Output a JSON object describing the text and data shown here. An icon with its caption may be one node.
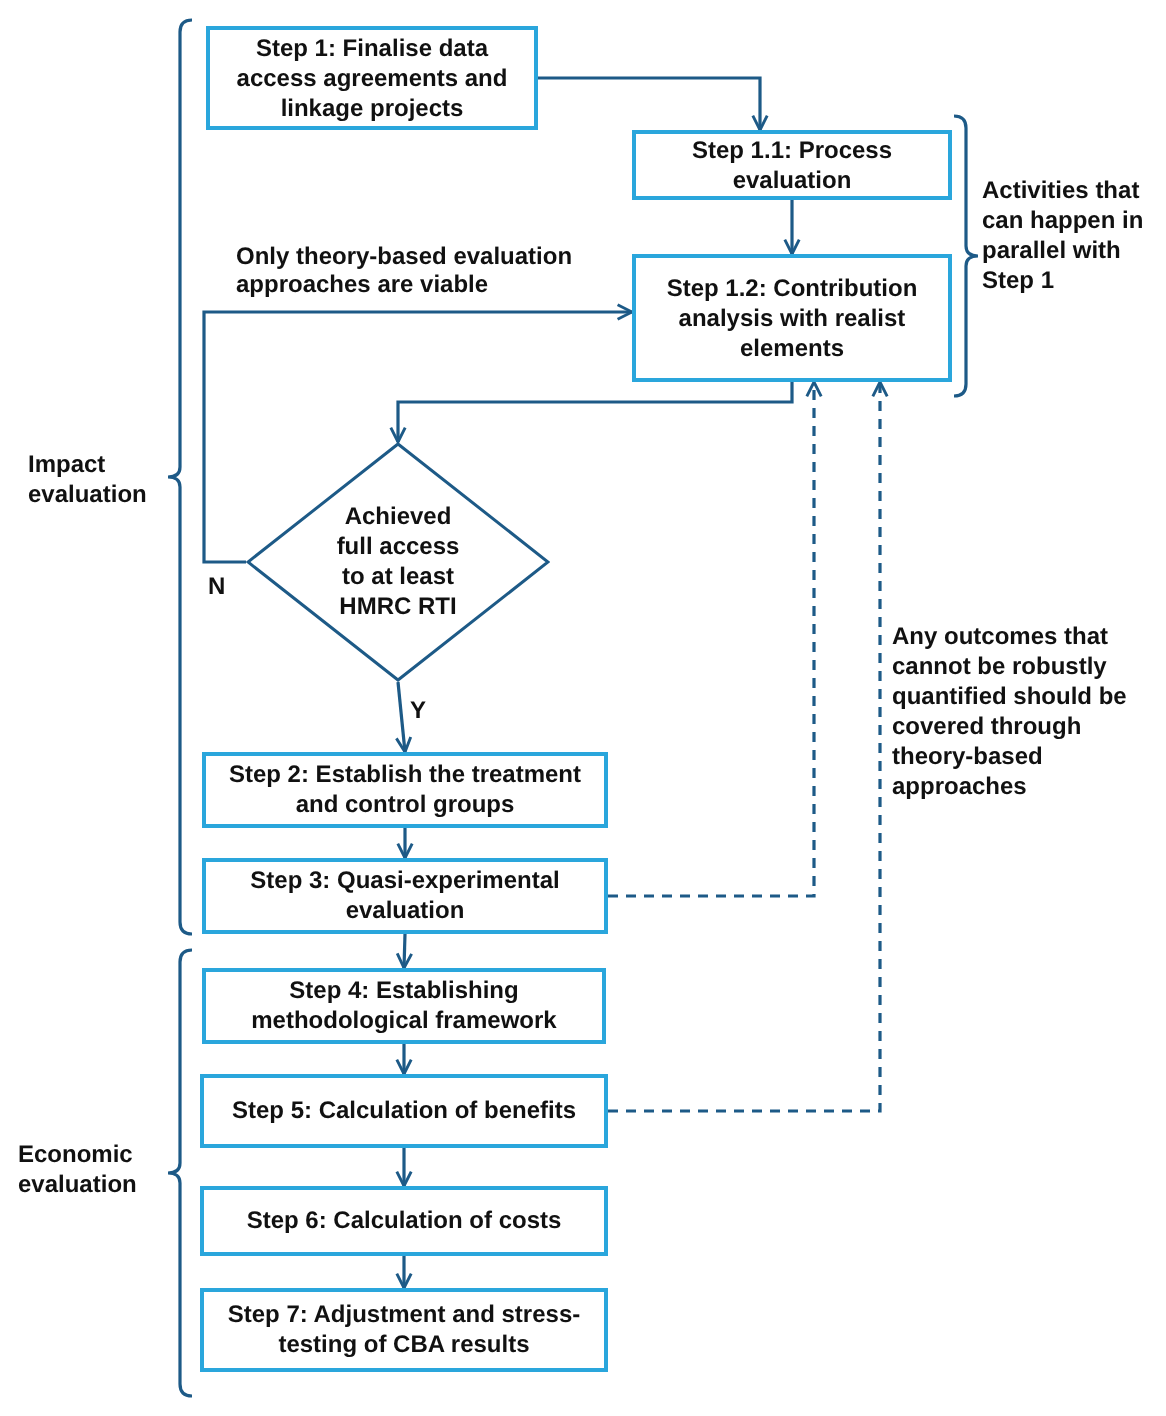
{
  "diagram": {
    "nodes": [
      {
        "text": [
          "Step 1: Finalise data access agreements and linkage projects"
        ]
      },
      {
        "text": [
          "Step 1.1: Process evaluation"
        ]
      },
      {
        "text": [
          "Step 1.2: Contribution analysis with realist elements"
        ]
      },
      {
        "text": [
          "Achieved full access to at least HMRC RTI"
        ]
      },
      {
        "text": [
          "Step 2: Establish the treatment and control groups"
        ]
      },
      {
        "text": [
          "Step 3: Quasi-experimental evaluation"
        ]
      },
      {
        "text": [
          "Step 4: Establishing methodological framework"
        ]
      },
      {
        "text": [
          "Step 5: Calculation of benefits"
        ]
      },
      {
        "text": [
          "Step 6: Calculation of costs"
        ]
      },
      {
        "text": [
          "Step 7: Adjustment and stress-testing of CBA results"
        ]
      }
    ],
    "edges": [
      {
        "from": 0,
        "to": 1,
        "arrow": "to"
      },
      {
        "from": 1,
        "to": 2,
        "arrow": "to"
      },
      {
        "from": 2,
        "to": 3,
        "arrow": "to"
      },
      {
        "from": 3,
        "to": 2,
        "arrow": "to",
        "label": "Only theory-based evaluation approaches are viable"
      },
      {
        "from": 3,
        "to": 4,
        "arrow": "to"
      },
      {
        "from": 4,
        "to": 5,
        "arrow": "to"
      },
      {
        "from": 5,
        "to": 6,
        "arrow": "to"
      },
      {
        "from": 6,
        "to": 7,
        "arrow": "to"
      },
      {
        "from": 7,
        "to": 8,
        "arrow": "to"
      },
      {
        "from": 8,
        "to": 9,
        "arrow": "to"
      },
      {
        "from": 5,
        "to": 2,
        "arrow": "to",
        "style": "dashed"
      },
      {
        "from": 7,
        "to": 2,
        "arrow": "to",
        "style": "dashed"
      }
    ],
    "labels": [
      "Activities that can happen in parallel with Step 1",
      "Impact evaluation",
      "N",
      "Any outcomes that cannot be robustly quantified should be covered through theory-based approaches",
      "Y",
      "Economic evaluation"
    ]
  }
}
